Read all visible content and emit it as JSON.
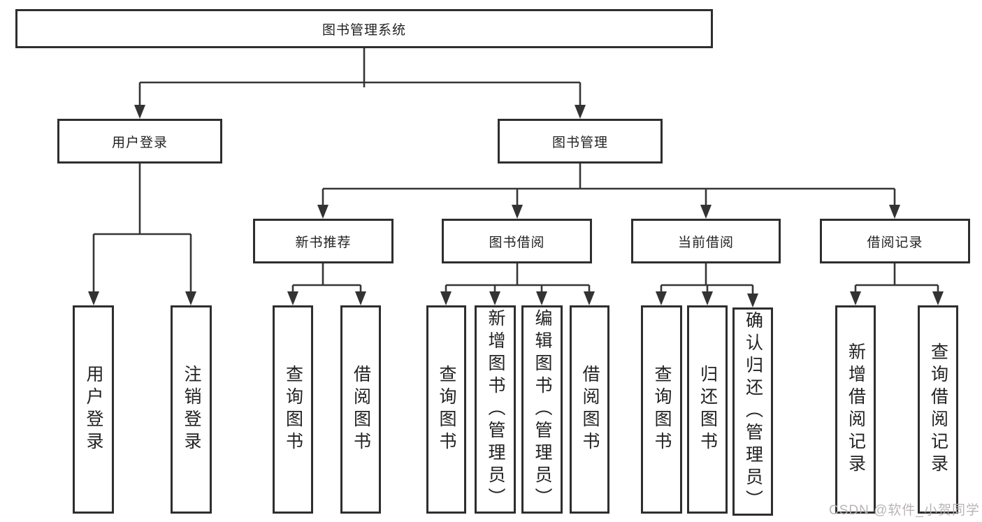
{
  "tree": {
    "label": "图书管理系统",
    "children": [
      {
        "label": "用户登录",
        "children": [
          {
            "label": "用户登录"
          },
          {
            "label": "注销登录"
          }
        ]
      },
      {
        "label": "图书管理",
        "children": [
          {
            "label": "新书推荐",
            "children": [
              {
                "label": "查询图书"
              },
              {
                "label": "借阅图书"
              }
            ]
          },
          {
            "label": "图书借阅",
            "children": [
              {
                "label": "查询图书"
              },
              {
                "label": "新增图书（管理员）"
              },
              {
                "label": "编辑图书（管理员）"
              },
              {
                "label": "借阅图书"
              }
            ]
          },
          {
            "label": "当前借阅",
            "children": [
              {
                "label": "查询图书"
              },
              {
                "label": "归还图书"
              },
              {
                "label": "确认归还（管理员）"
              }
            ]
          },
          {
            "label": "借阅记录",
            "children": [
              {
                "label": "新增借阅记录"
              },
              {
                "label": "查询借阅记录"
              }
            ]
          }
        ]
      }
    ]
  },
  "watermark": {
    "text": "CSDN @软件_小贺同学"
  },
  "colors": {
    "line": "#363636",
    "border": "#2e2e2e",
    "text": "#222222",
    "watermark": "#b7b1b1",
    "background": "#ffffff"
  }
}
